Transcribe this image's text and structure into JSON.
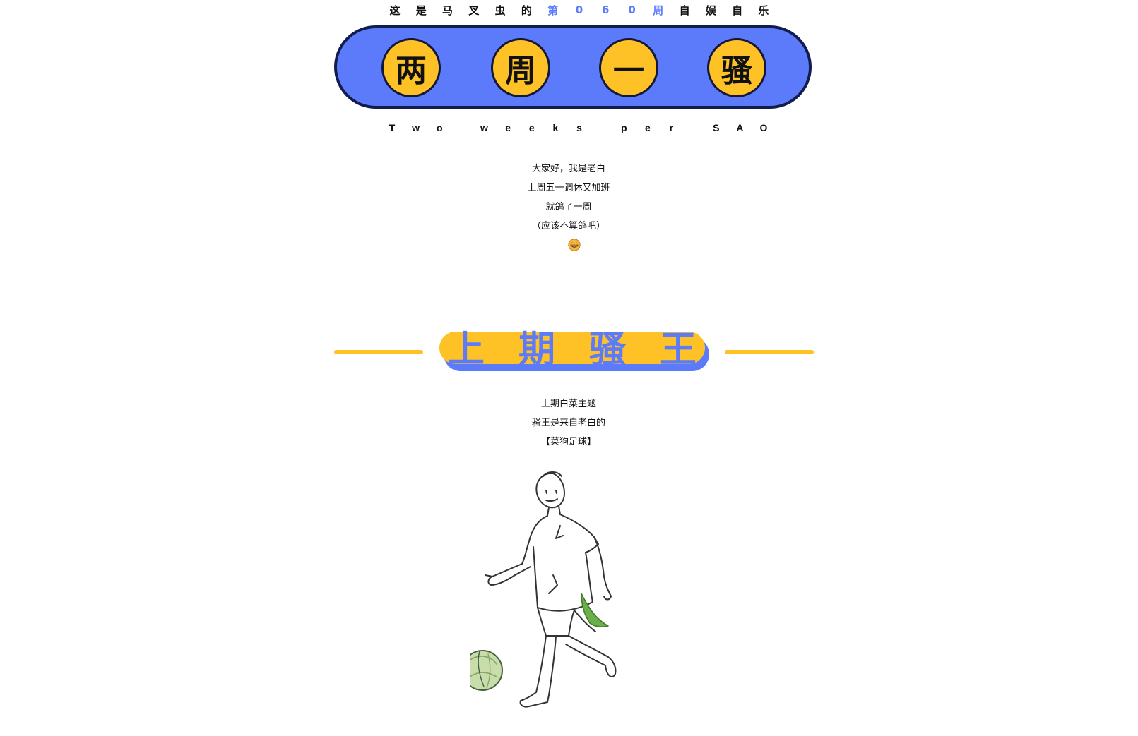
{
  "tagline": {
    "chars": [
      "这",
      "是",
      "马",
      "叉",
      "虫",
      "的",
      "第",
      "0",
      "6",
      "0",
      "周",
      "自",
      "娱",
      "自",
      "乐"
    ],
    "accent_range": [
      6,
      10
    ],
    "accent_color": "#5b7bfb"
  },
  "pill": {
    "chars": [
      "两",
      "周",
      "一",
      "骚"
    ],
    "bg_color": "#5b7bfb",
    "circle_color": "#fec126"
  },
  "subtitle": {
    "letters": [
      "T",
      "w",
      "o",
      "w",
      "e",
      "e",
      "k",
      "s",
      "p",
      "e",
      "r",
      "S",
      "A",
      "O"
    ]
  },
  "intro": {
    "lines": [
      "大家好，我是老白",
      "上周五一调休又加班",
      "就鸽了一周",
      "（应该不算鸽吧）"
    ],
    "emoji": "grinning-face-icon"
  },
  "section": {
    "title_chars": [
      "上",
      "期",
      "骚",
      "王"
    ],
    "rule_color": "#fec126",
    "title_color": "#5b7bfb"
  },
  "section_body": {
    "lines": [
      "上期白菜主题",
      "骚王是来自老白的",
      "【菜狗足球】"
    ]
  },
  "illustration": {
    "name": "cabbage-dog-football-player"
  }
}
